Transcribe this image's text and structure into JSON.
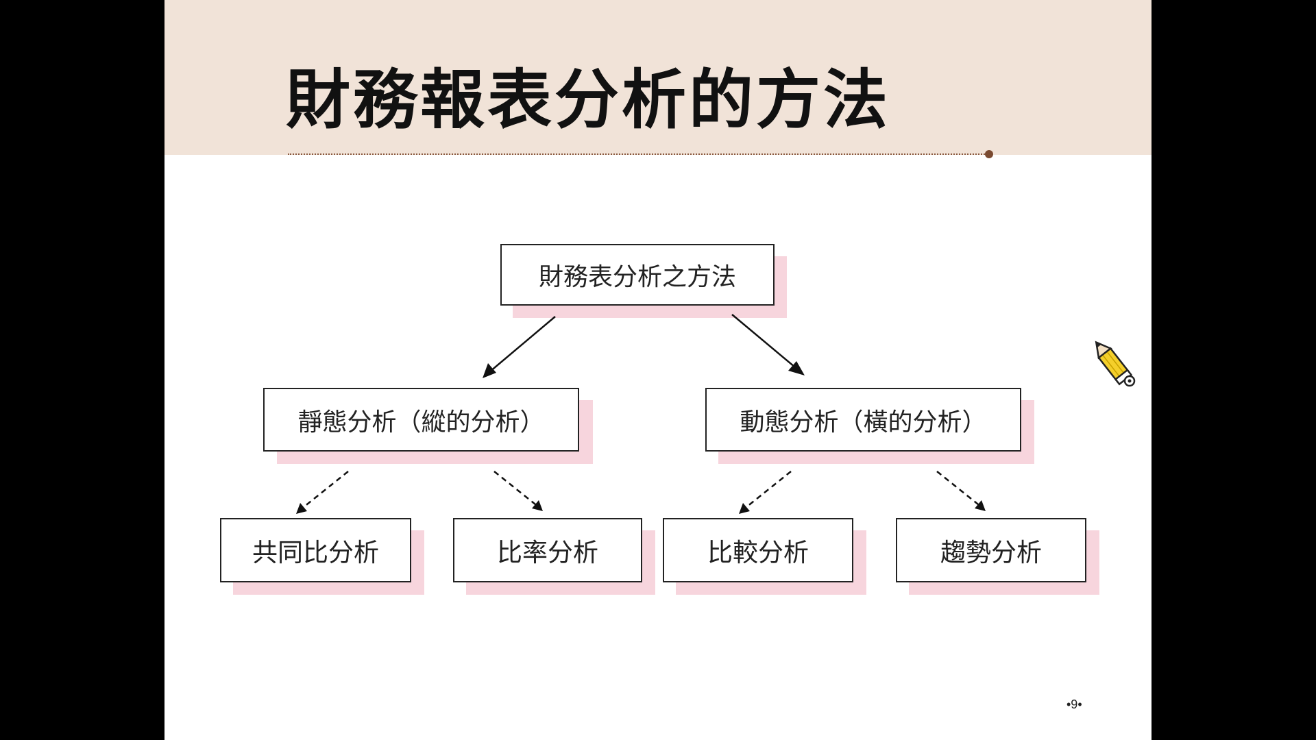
{
  "slide": {
    "title": "財務報表分析的方法",
    "page_number": "•9•"
  },
  "diagram": {
    "root": "財務表分析之方法",
    "static": "靜態分析（縱的分析）",
    "dynamic": "動態分析（橫的分析）",
    "leaves": {
      "common_size": "共同比分析",
      "ratio": "比率分析",
      "comparative": "比較分析",
      "trend": "趨勢分析"
    }
  },
  "icons": [
    "pencil-icon"
  ],
  "colors": {
    "header_band": "#f1e3d8",
    "box_shadow": "#f7d5dd",
    "title_rule": "#8a5a40"
  }
}
